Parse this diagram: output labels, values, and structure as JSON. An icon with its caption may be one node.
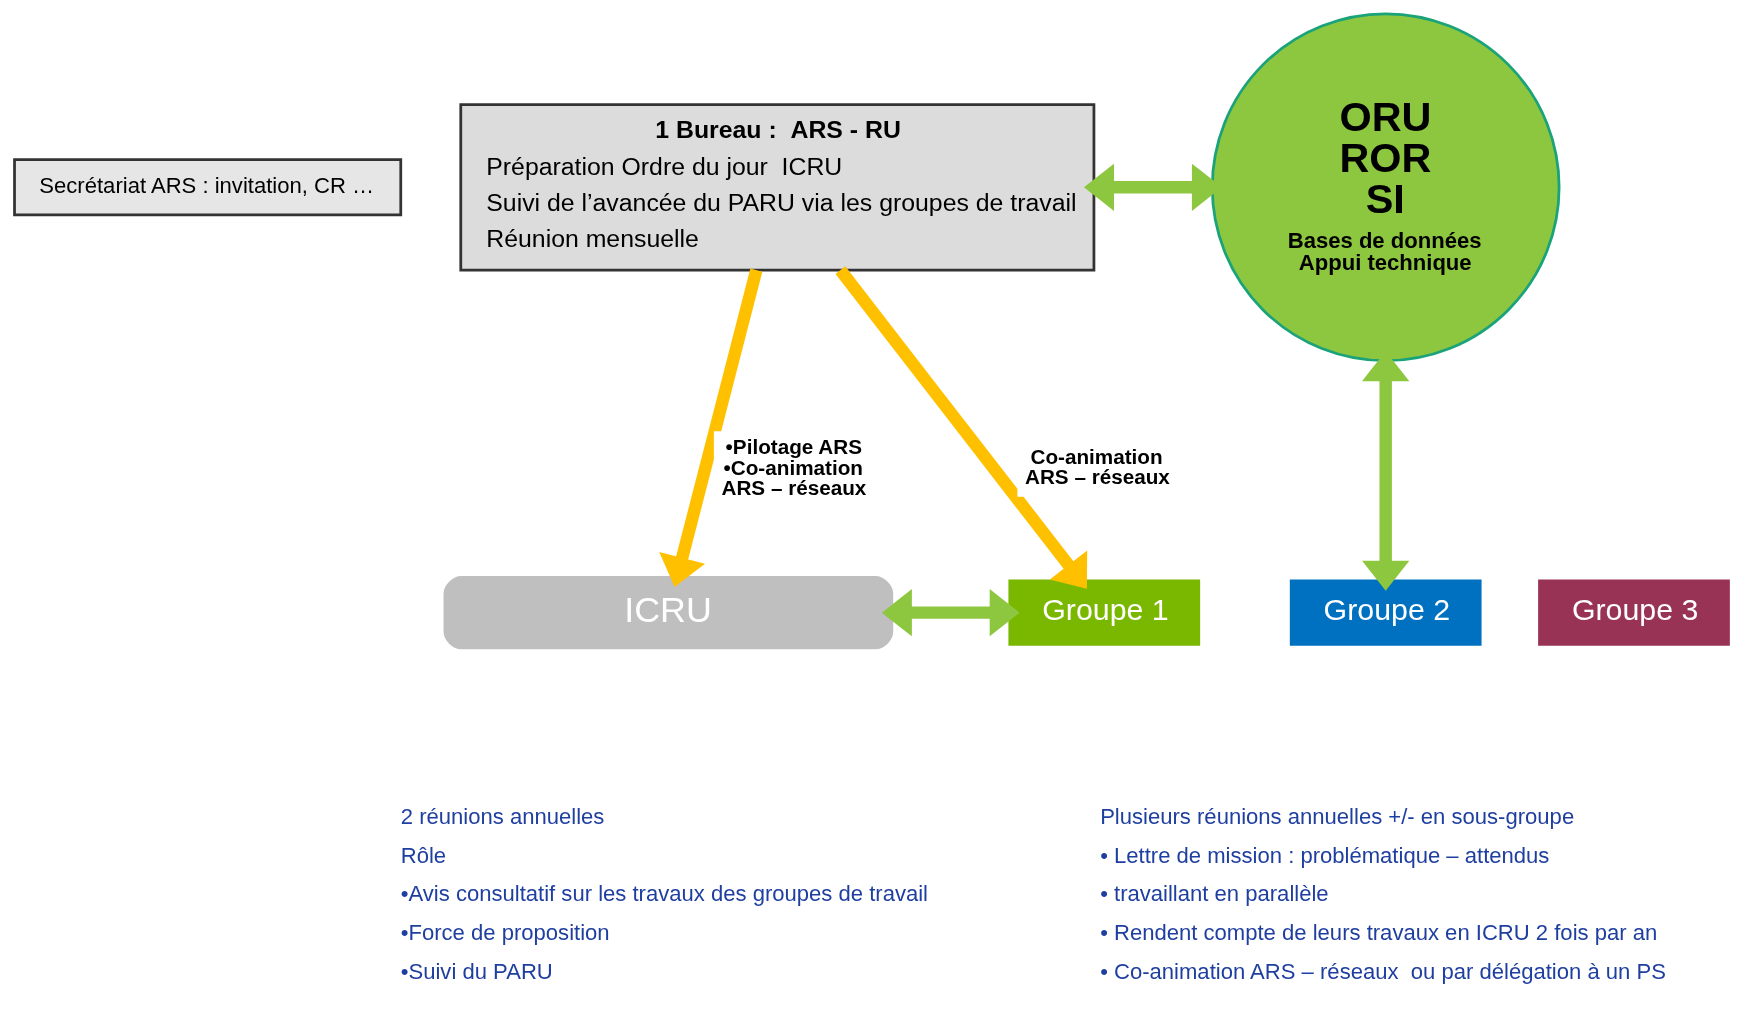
{
  "diagram": {
    "nodes": [
      {
        "text": [
          "Secrétariat ARS : invitation, CR …"
        ]
      },
      {
        "text": [
          "1 Bureau :  ARS - RU",
          "Préparation Ordre du jour  ICRU",
          "Suivi de l’avancée du PARU via les groupes de travail",
          "Réunion mensuelle"
        ]
      },
      {
        "text": [
          "ORU ROR SI",
          "Bases de données Appui technique"
        ]
      },
      {
        "text": [
          "ICRU"
        ],
        "beside": [
          "2 réunions annuelles",
          "Rôle",
          "•Avis consultatif sur les travaux des groupes de travail",
          "•Force de proposition",
          "•Suivi du PARU"
        ]
      },
      {
        "text": [
          "Groupe 1"
        ]
      },
      {
        "text": [
          "Groupe 2"
        ]
      },
      {
        "text": [
          "Groupe 3"
        ]
      }
    ],
    "edges": [
      {
        "from": 1,
        "to": 2,
        "arrow": "both"
      },
      {
        "from": 1,
        "to": 3,
        "arrow": "to",
        "label": "•Pilotage ARS •Co-animation ARS – réseaux",
        "color": "#ffc000"
      },
      {
        "from": 1,
        "to": 4,
        "arrow": "to",
        "label": "Co-animation ARS – réseaux",
        "color": "#ffc000"
      },
      {
        "from": 2,
        "to": 5,
        "arrow": "both"
      },
      {
        "from": 3,
        "to": 4,
        "arrow": "both"
      }
    ],
    "labels": [
      "Plusieurs réunions annuelles +/- en sous-groupe",
      "• Lettre de mission : problématique – attendus",
      "• travaillant en parallèle",
      "• Rendent compte de leurs travaux en ICRU 2 fois par an",
      "• Co-animation ARS – réseaux  ou par délégation à un PS"
    ]
  }
}
